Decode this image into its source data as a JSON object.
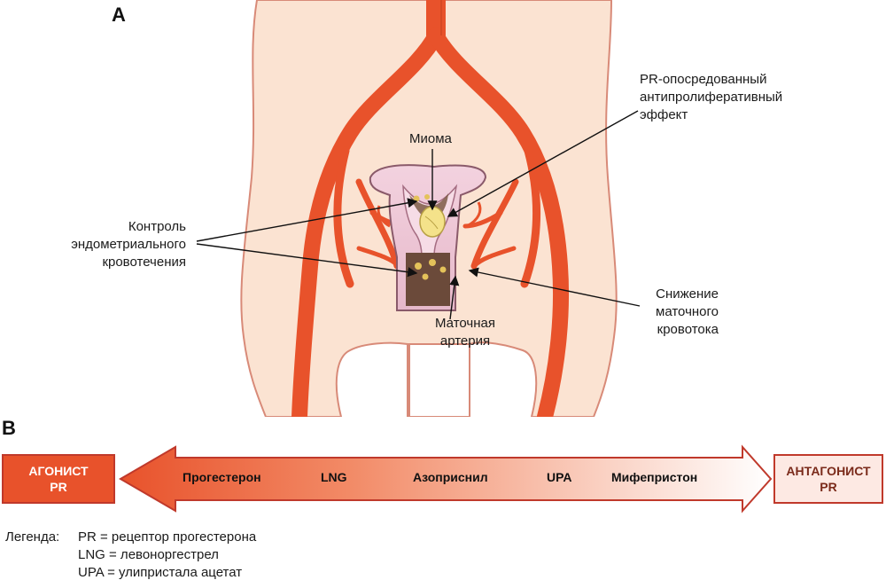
{
  "panel_a": {
    "letter": "A",
    "labels": {
      "pr_effect": "PR-опосредованный\nантипролиферативный\nэффект",
      "myoma": "Миома",
      "endometrial": "Контроль\nэндометриального\nкровотечения",
      "uterine_artery": "Маточная\nартерия",
      "flow": "Снижение\nматочного\nкровотока"
    },
    "colors": {
      "skin": "#fbe3d2",
      "skin_outline": "#d88a78",
      "artery": "#e8522b",
      "artery_dark": "#c43f1e",
      "uterus": "#ecc3d3",
      "uterine_lining": "#6b4a3a",
      "myoma": "#f4e28a"
    }
  },
  "panel_b": {
    "letter": "B",
    "agonist": {
      "line1": "АГОНИСТ",
      "line2": "PR"
    },
    "antagonist": {
      "line1": "АНТАГОНИСТ",
      "line2": "PR"
    },
    "drugs": [
      "Прогестерон",
      "LNG",
      "Азоприснил",
      "UPA",
      "Мифепристон"
    ],
    "colors": {
      "gradient_start": "#e8522b",
      "gradient_end": "#ffffff",
      "border": "#c0392b"
    }
  },
  "legend": {
    "title": "Легенда:",
    "items": [
      "PR = рецептор прогестерона",
      "LNG = левоноргестрел",
      "UPA = улипристала ацетат"
    ]
  }
}
